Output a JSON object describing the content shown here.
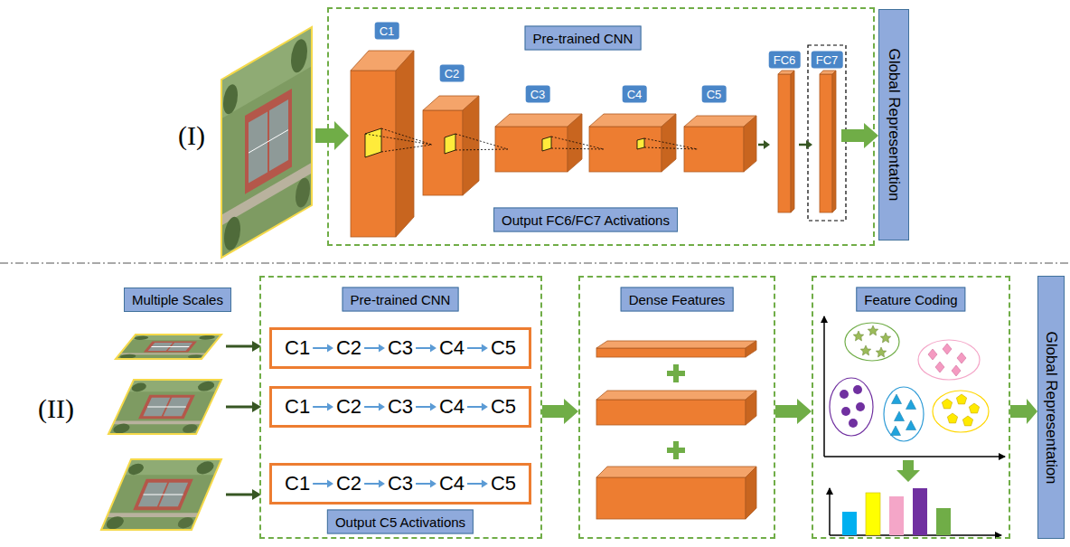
{
  "diagram": {
    "nodes": [
      {
        "text": [
          "Pre-trained CNN",
          "Output FC6/FC7 Activations"
        ]
      },
      {
        "text": [
          "C1"
        ],
        "in": 0
      },
      {
        "text": [
          "C2"
        ],
        "in": 0
      },
      {
        "text": [
          "C3"
        ],
        "in": 0
      },
      {
        "text": [
          "C4"
        ],
        "in": 0
      },
      {
        "text": [
          "C5"
        ],
        "in": 0
      },
      {
        "text": [
          "FC6"
        ],
        "in": 0
      },
      {
        "text": [
          "FC7"
        ],
        "in": 0
      },
      {
        "text": [
          "Global Representation"
        ]
      },
      {
        "text": [
          "Multiple Scales"
        ]
      },
      {
        "text": [
          "Pre-trained CNN",
          "Output C5 Activations"
        ]
      },
      {
        "text": [
          "C1",
          "C2",
          "C3",
          "C4",
          "C5"
        ],
        "in": 10
      },
      {
        "text": [
          "C1",
          "C2",
          "C3",
          "C4",
          "C5"
        ],
        "in": 10
      },
      {
        "text": [
          "C1",
          "C2",
          "C3",
          "C4",
          "C5"
        ],
        "in": 10
      },
      {
        "text": [
          "Dense Features"
        ]
      },
      {
        "text": [
          "Feature Coding"
        ]
      },
      {
        "text": [
          "Global Representation"
        ]
      }
    ],
    "edges": [
      {
        "from": 5,
        "to": 6,
        "arrow": "to"
      },
      {
        "from": 6,
        "to": 7,
        "arrow": "to"
      },
      {
        "from": 7,
        "to": 8,
        "arrow": "to"
      },
      {
        "from": 10,
        "to": 14,
        "arrow": "to"
      },
      {
        "from": 14,
        "to": 15,
        "arrow": "to"
      },
      {
        "from": 15,
        "to": 16,
        "arrow": "to"
      }
    ],
    "labels": [
      "(I)",
      "(II)"
    ]
  }
}
